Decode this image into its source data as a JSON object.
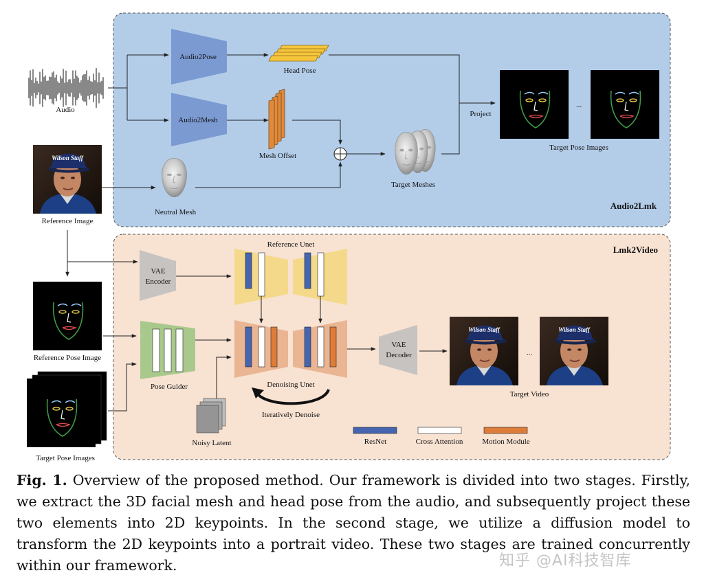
{
  "stage1": {
    "title": "Audio2Lmk",
    "audio_label": "Audio",
    "reference_image_label": "Reference Image",
    "audio2pose_label": "Audio2Pose",
    "audio2mesh_label": "Audio2Mesh",
    "head_pose_label": "Head Pose",
    "mesh_offset_label": "Mesh Offset",
    "neutral_mesh_label": "Neutral Mesh",
    "target_meshes_label": "Target Meshes",
    "project_label": "Project",
    "ellipsis": "...",
    "target_pose_images_label": "Target Pose Images",
    "colors": {
      "background": "#b3cde9",
      "encoder": "#7b9ad2",
      "offset": "#e08a3c",
      "pose": "#f6c53c"
    }
  },
  "stage2": {
    "title": "Lmk2Video",
    "reference_unet_label": "Reference Unet",
    "vae_encoder_label": "VAE\nEncoder",
    "vae_encoder_line1": "VAE",
    "vae_encoder_line2": "Encoder",
    "reference_pose_image_label": "Reference Pose Image",
    "pose_guider_label": "Pose Guider",
    "target_pose_images_label": "Target Pose Images",
    "noisy_latent_label": "Noisy Latent",
    "denoising_unet_label": "Denoising Unet",
    "iteratively_denoise_label": "Iteratively Denoise",
    "vae_decoder_line1": "VAE",
    "vae_decoder_line2": "Decoder",
    "target_video_label": "Target Video",
    "ellipsis": "...",
    "colors": {
      "background": "#f8e2d2",
      "unet_ref": "#f4d98a",
      "unet_denoise": "#eab592",
      "guider": "#a9c98c",
      "vae": "#c6c3c0"
    }
  },
  "legend": [
    {
      "label": "ResNet",
      "color": "#4565b0"
    },
    {
      "label": "Cross Attention",
      "color": "#ffffff"
    },
    {
      "label": "Motion Module",
      "color": "#de7d3a"
    }
  ],
  "caption": {
    "prefix": "Fig. 1.",
    "text": " Overview of the proposed method. Our framework is divided into two stages. Firstly, we extract the 3D facial mesh and head pose from the audio, and subsequently project these two elements into 2D keypoints. In the second stage, we utilize a diffusion model to transform the 2D keypoints into a portrait video. These two stages are trained concurrently within our framework."
  },
  "watermark": "知乎 @AI科技智库"
}
